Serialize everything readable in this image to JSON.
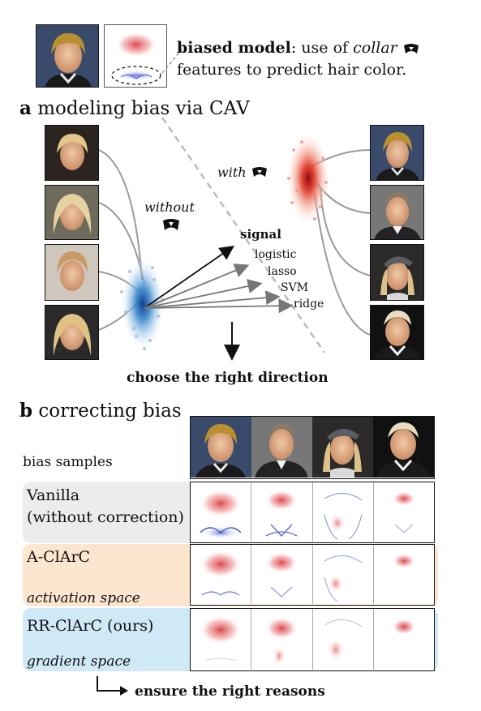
{
  "header": {
    "biased_model_bold": "biased model",
    "biased_model_text_1": ": use of ",
    "collar_word": "collar",
    "biased_model_text_2": "features to predict hair color."
  },
  "section_a": {
    "letter": "a",
    "title": " modeling bias via CAV",
    "with_label": "with",
    "without_label": "without",
    "signal_label": "signal",
    "methods": [
      "logistic",
      "lasso",
      "SVM",
      "ridge"
    ],
    "choose_label": "choose the right direction"
  },
  "section_b": {
    "letter": "b",
    "title": " correcting bias",
    "bias_samples_label": "bias samples",
    "rows": [
      {
        "name": "Vanilla",
        "sub": "(without correction)",
        "space": ""
      },
      {
        "name": "A-ClArC",
        "sub": "",
        "space": "activation space"
      },
      {
        "name": "RR-ClArC (ours)",
        "sub": "",
        "space": "gradient space"
      }
    ],
    "ensure_label": "ensure the right reasons"
  },
  "colors": {
    "vanilla_band": "#ececec",
    "aclarc_band": "#fde6cf",
    "rrclarc_band": "#cfe9f6",
    "heat_red": "#d9252a",
    "heat_blue": "#2a3fc4",
    "cluster_blue": "#1f6fb8",
    "cluster_red": "#d42a1e"
  }
}
